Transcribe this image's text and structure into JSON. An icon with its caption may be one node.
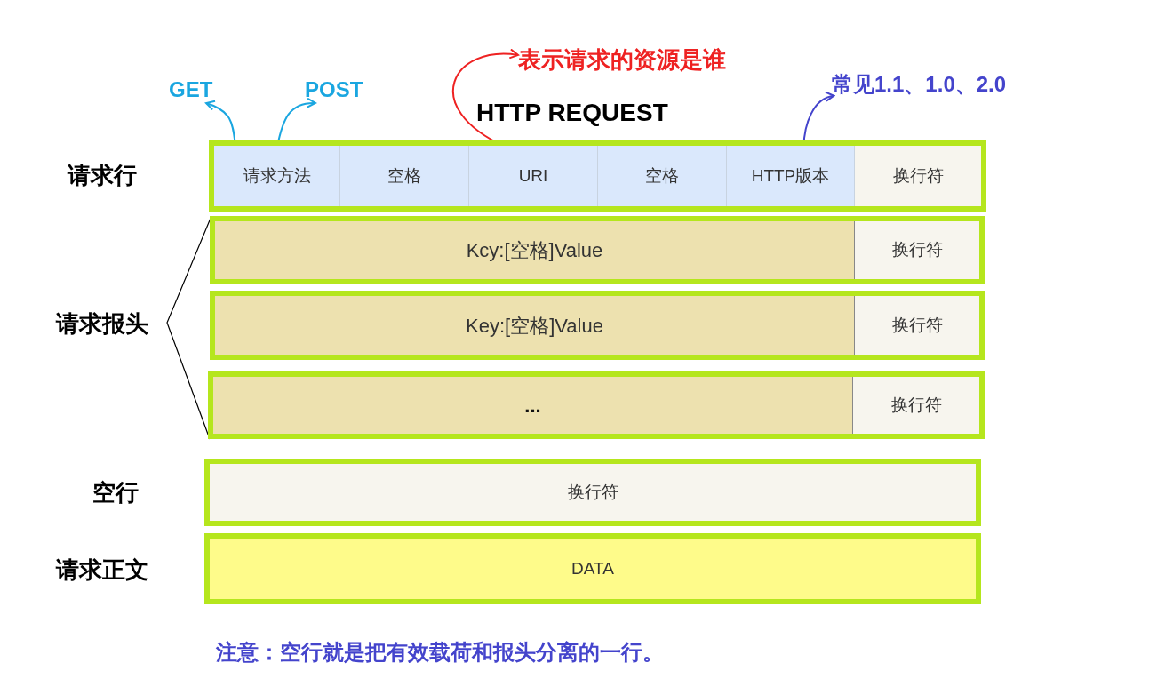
{
  "diagram": {
    "title": "HTTP REQUEST",
    "nodes": [
      {
        "text": [],
        "shape": "box"
      },
      {
        "text": [
          "请求方法"
        ],
        "in": 0
      },
      {
        "text": [
          "空格"
        ],
        "in": 0
      },
      {
        "text": [
          "URI"
        ],
        "in": 0
      },
      {
        "text": [
          "空格"
        ],
        "in": 0
      },
      {
        "text": [
          "HTTP版本"
        ],
        "in": 0
      },
      {
        "text": [
          "换行符"
        ],
        "in": 0
      },
      {
        "text": [
          "GET"
        ]
      },
      {
        "text": [
          "POST"
        ]
      },
      {
        "text": [
          "表示请求的资源是谁"
        ]
      },
      {
        "text": [
          "常见1.1、1.0、2.0"
        ]
      },
      {
        "text": [],
        "shape": "box"
      },
      {
        "text": [
          "Kcy:[空格]Value"
        ],
        "in": 11
      },
      {
        "text": [
          "换行符"
        ],
        "in": 11
      },
      {
        "text": [],
        "shape": "box"
      },
      {
        "text": [
          "Key:[空格]Value"
        ],
        "in": 14
      },
      {
        "text": [
          "换行符"
        ],
        "in": 14
      },
      {
        "text": [],
        "shape": "box"
      },
      {
        "text": [
          "..."
        ],
        "in": 17
      },
      {
        "text": [
          "换行符"
        ],
        "in": 17
      },
      {
        "text": [
          "换行符"
        ]
      },
      {
        "text": [
          "DATA"
        ]
      }
    ],
    "edges": [
      {
        "from": 1,
        "to": 7,
        "arrow": "to"
      },
      {
        "from": 1,
        "to": 8,
        "arrow": "to"
      },
      {
        "from": 3,
        "to": 9,
        "arrow": "to",
        "color": "#ee2222"
      },
      {
        "from": 5,
        "to": 10,
        "arrow": "to",
        "color": "#4444cc"
      }
    ],
    "labels": [
      "请求行",
      "请求报头",
      "空行",
      "请求正文",
      "注意：空行就是把有效载荷和报头分离的一行。"
    ]
  }
}
